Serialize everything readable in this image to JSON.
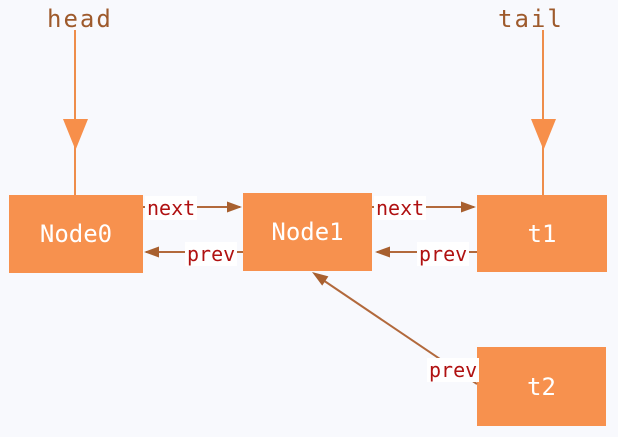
{
  "colors": {
    "background": "#f8f9fd",
    "box-fill": "#f7914e",
    "box-text": "#ffffff",
    "pointer-line": "#ee8d4b",
    "pointer-head": "#f78f4a",
    "edge-line": "#b2693c",
    "edge-head": "#a8602f",
    "edge-label-text": "#b01111",
    "edge-label-bg": "#ffffff",
    "pointer-label-text": "#9e5a2c"
  },
  "diagram": {
    "pointers": [
      {
        "label": "head",
        "points_to": "Node0"
      },
      {
        "label": "tail",
        "points_to": "t1"
      }
    ],
    "nodes": [
      {
        "label": "Node0"
      },
      {
        "label": "Node1"
      },
      {
        "label": "t1"
      },
      {
        "label": "t2"
      }
    ],
    "edges": [
      {
        "label": "next",
        "from": "Node0",
        "to": "Node1"
      },
      {
        "label": "prev",
        "from": "Node1",
        "to": "Node0"
      },
      {
        "label": "next",
        "from": "Node1",
        "to": "t1"
      },
      {
        "label": "prev",
        "from": "t1",
        "to": "Node1"
      },
      {
        "label": "prev",
        "from": "t2",
        "to": "Node1"
      }
    ]
  }
}
